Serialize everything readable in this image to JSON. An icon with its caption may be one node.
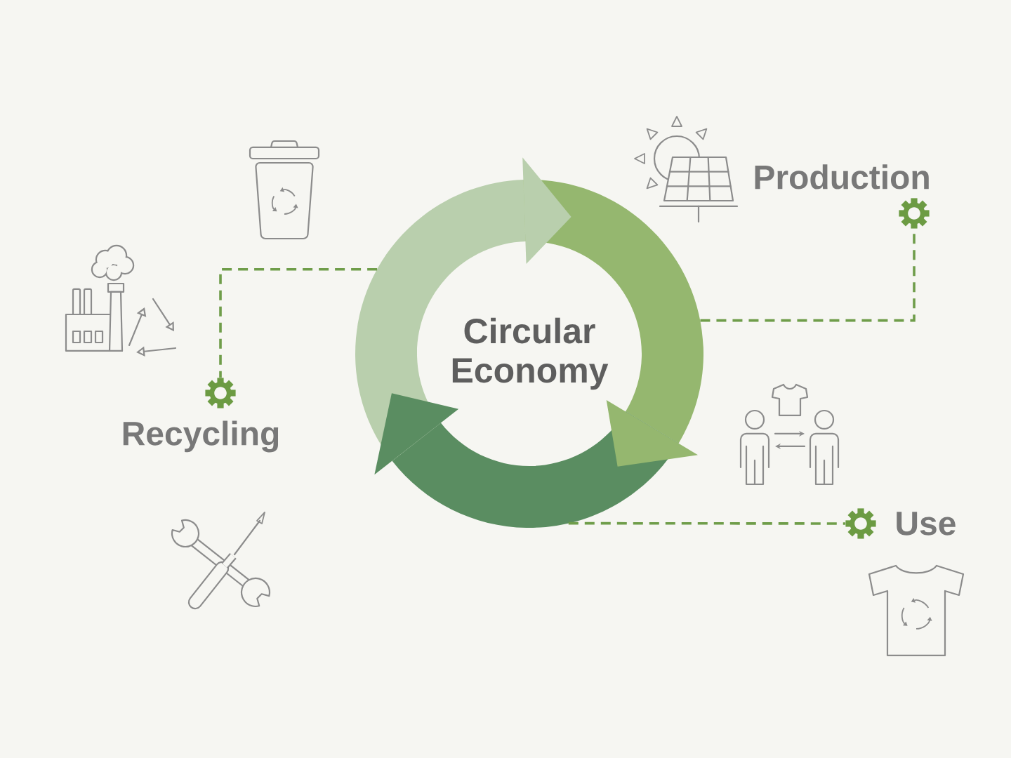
{
  "diagram": {
    "nodes": [
      {
        "text": [
          "Circular Economy"
        ]
      },
      {
        "text": [],
        "shape": "gear",
        "beside": [
          "Production"
        ]
      },
      {
        "text": [],
        "shape": "gear",
        "beside": [
          "Recycling"
        ]
      },
      {
        "text": [],
        "shape": "gear",
        "beside": [
          "Use"
        ]
      }
    ],
    "edges": [
      {
        "from": 0,
        "to": 1,
        "arrow": "none",
        "style": "dashed"
      },
      {
        "from": 0,
        "to": 2,
        "arrow": "none",
        "style": "dashed"
      },
      {
        "from": 0,
        "to": 3,
        "arrow": "none",
        "style": "dashed"
      }
    ]
  }
}
